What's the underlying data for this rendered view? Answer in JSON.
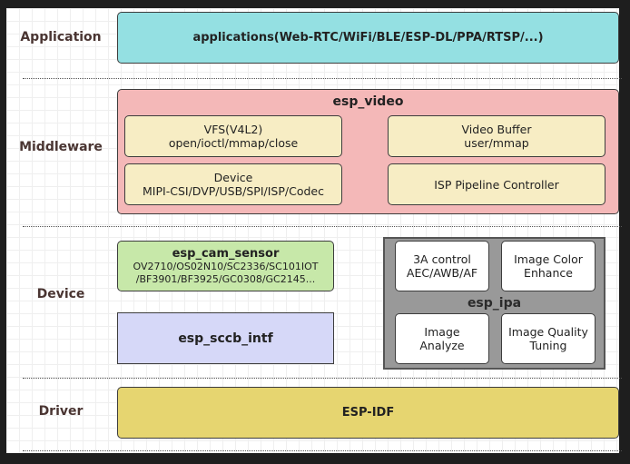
{
  "layers": {
    "application": "Application",
    "middleware": "Middleware",
    "device": "Device",
    "driver": "Driver"
  },
  "application": {
    "label": "applications(Web-RTC/WiFi/BLE/ESP-DL/PPA/RTSP/...)",
    "color": "#94e0e2"
  },
  "esp_video": {
    "title": "esp_video",
    "color": "#f4b8b8",
    "vfs": {
      "line1": "VFS(V4L2)",
      "line2": "open/ioctl/mmap/close"
    },
    "video_buffer": {
      "line1": "Video Buffer",
      "line2": "user/mmap"
    },
    "device": {
      "line1": "Device",
      "line2": "MIPI-CSI/DVP/USB/SPI/ISP/Codec"
    },
    "isp_pipeline": {
      "line1": "ISP Pipeline Controller"
    },
    "inner_color": "#f7edc4"
  },
  "esp_cam_sensor": {
    "title": "esp_cam_sensor",
    "line1": "OV2710/OS02N10/SC2336/SC101IOT",
    "line2": "/BF3901/BF3925/GC0308/GC2145...",
    "color": "#c7e8a9"
  },
  "esp_sccb_intf": {
    "title": "esp_sccb_intf",
    "color": "#d6d8f8"
  },
  "esp_ipa": {
    "title": "esp_ipa",
    "color": "#999999",
    "modules": [
      {
        "line1": "3A control",
        "line2": "AEC/AWB/AF"
      },
      {
        "line1": "Image Color",
        "line2": "Enhance"
      },
      {
        "line1": "Image",
        "line2": "Analyze"
      },
      {
        "line1": "Image Quality",
        "line2": "Tuning"
      }
    ]
  },
  "driver": {
    "label": "ESP-IDF",
    "color": "#e6d570"
  }
}
